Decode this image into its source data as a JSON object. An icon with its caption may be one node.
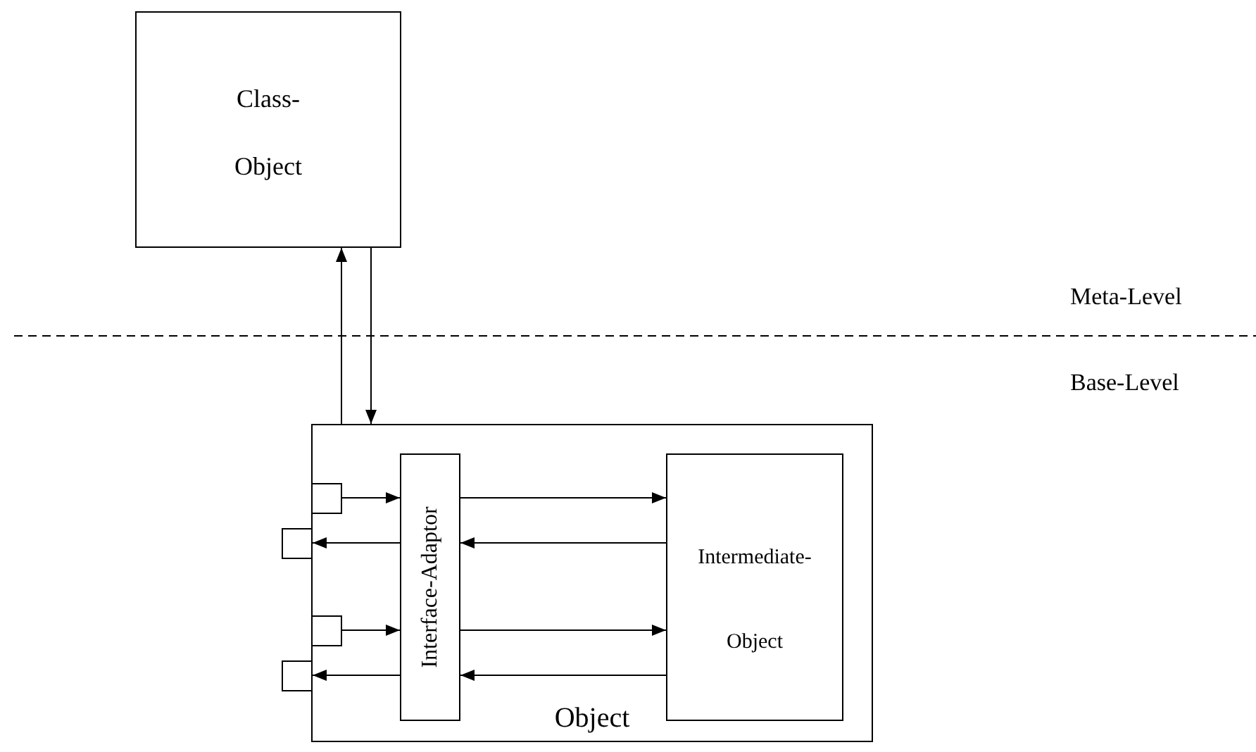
{
  "diagram": {
    "nodes": [
      {
        "text": [
          "Class- Object"
        ]
      },
      {
        "text": [
          "Object"
        ]
      },
      {
        "text": [
          "Interface-Adaptor"
        ],
        "in": 1
      },
      {
        "text": [
          "Intermediate- Object"
        ],
        "in": 1
      },
      {
        "text": [],
        "shape": "box",
        "in": 1
      },
      {
        "text": [],
        "shape": "box"
      },
      {
        "text": [],
        "shape": "box",
        "in": 1
      },
      {
        "text": [],
        "shape": "box"
      }
    ],
    "edges": [
      {
        "from": 1,
        "to": 0,
        "arrow": "to"
      },
      {
        "from": 0,
        "to": 1,
        "arrow": "to"
      },
      {
        "from": 4,
        "to": 2,
        "arrow": "to"
      },
      {
        "from": 2,
        "to": 3,
        "arrow": "to"
      },
      {
        "from": 3,
        "to": 2,
        "arrow": "to"
      },
      {
        "from": 2,
        "to": 5,
        "arrow": "to"
      },
      {
        "from": 6,
        "to": 2,
        "arrow": "to"
      },
      {
        "from": 2,
        "to": 3,
        "arrow": "to"
      },
      {
        "from": 3,
        "to": 2,
        "arrow": "to"
      },
      {
        "from": 2,
        "to": 7,
        "arrow": "to"
      }
    ],
    "labels": [
      "Meta-Level",
      "Base-Level"
    ]
  }
}
